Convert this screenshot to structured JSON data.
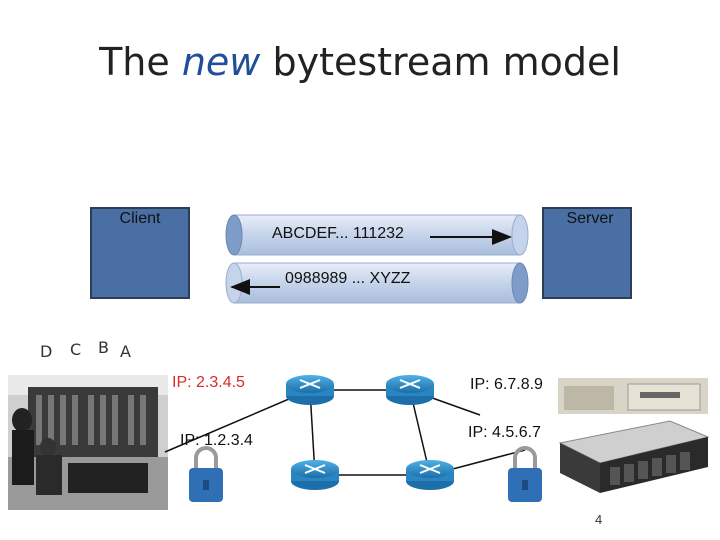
{
  "title": {
    "before": "The ",
    "emphasis": "new",
    "after": " bytestream model"
  },
  "client": {
    "label": "Client"
  },
  "server": {
    "label": "Server"
  },
  "stream_forward": "ABCDEF... 111232",
  "stream_backward": "0988989 ... XYZZ",
  "letters": [
    "D",
    "C",
    "B",
    "A"
  ],
  "ip": {
    "client_top": "IP: 2.3.4.5",
    "client_bottom": "IP: 1.2.3.4",
    "server_top": "IP: 6.7.8.9",
    "server_bottom": "IP: 4.5.6.7"
  },
  "page_number": "4",
  "colors": {
    "box": "#4a6fa5",
    "pipe": "#c8d6ec",
    "router": "#2f8fc8",
    "lock": "#2f6fb5",
    "ip_red": "#d92b2b"
  }
}
